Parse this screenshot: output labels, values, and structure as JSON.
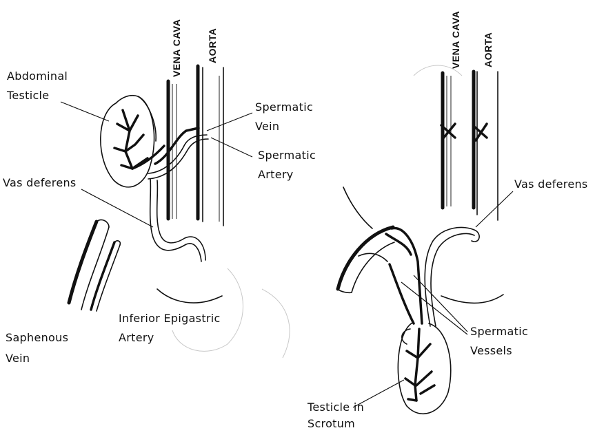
{
  "labels": {
    "left_vena_cava": "VENA CAVA",
    "left_aorta": "AORTA",
    "right_vena_cava": "VENA CAVA",
    "right_aorta": "AORTA",
    "abdominal_testicle_line1": "Abdominal",
    "abdominal_testicle_line2": "Testicle",
    "spermatic_vein_line1": "Spermatic",
    "spermatic_vein_line2": "Vein",
    "spermatic_artery_line1": "Spermatic",
    "spermatic_artery_line2": "Artery",
    "vas_deferens_left": "Vas deferens",
    "vas_deferens_right": "Vas deferens",
    "saphenous_vein_line1": "Saphenous",
    "saphenous_vein_line2": "Vein",
    "inferior_epigastric_line1": "Inferior Epigastric",
    "inferior_epigastric_line2": "Artery",
    "spermatic_vessels_line1": "Spermatic",
    "spermatic_vessels_line2": "Vessels",
    "testicle_scrotum_line1": "Testicle in",
    "testicle_scrotum_line2": "Scrotum"
  }
}
